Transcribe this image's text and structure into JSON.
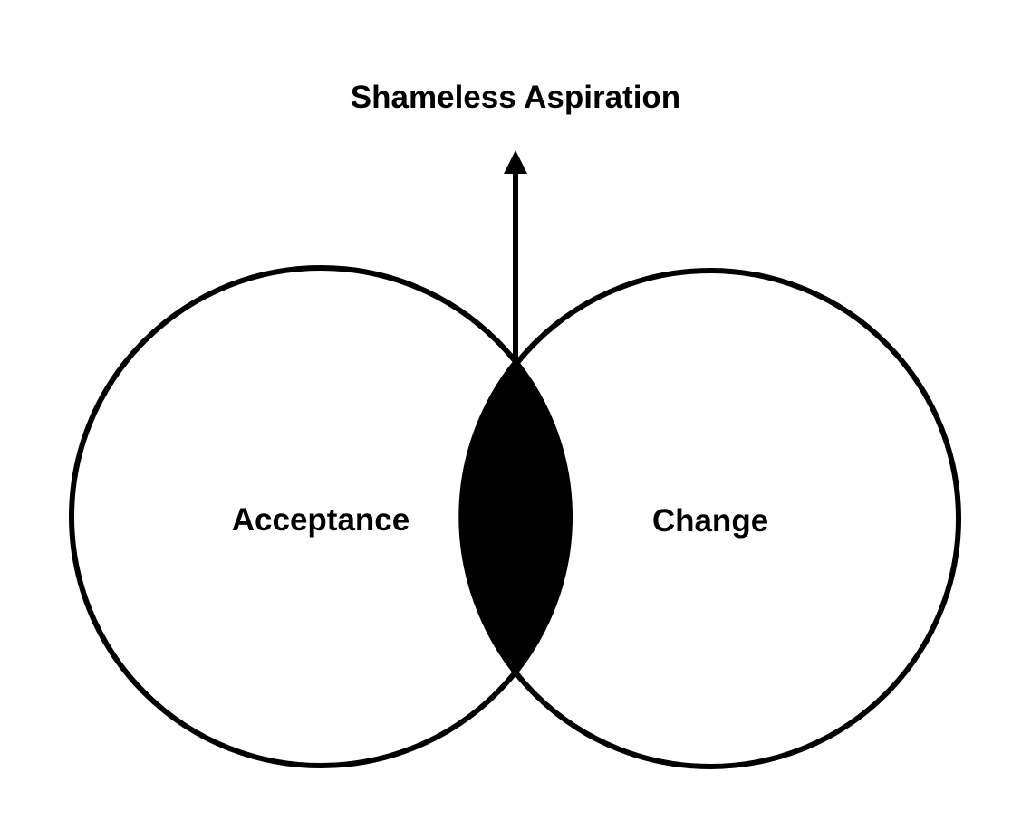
{
  "diagram": {
    "top_label": "Shameless Aspiration",
    "left_circle_label": "Acceptance",
    "right_circle_label": "Change",
    "icons": {
      "arrow": "arrow-up-icon"
    },
    "colors": {
      "stroke": "#000000",
      "overlap_fill": "#000000",
      "background": "#ffffff"
    }
  }
}
